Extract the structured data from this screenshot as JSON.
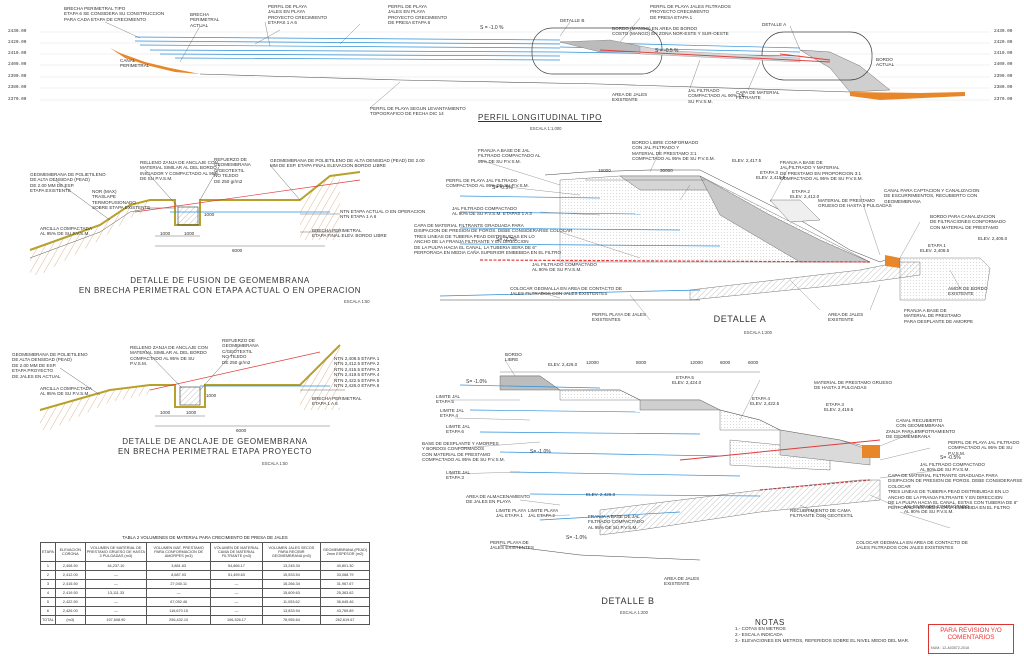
{
  "profile": {
    "title": "PERFIL LONGITUDINAL TIPO",
    "scale": "ESCALA 1:1,000",
    "elevations": [
      "2430.00",
      "2420.00",
      "2410.00",
      "2400.00",
      "2390.00",
      "2380.00",
      "2370.00"
    ],
    "slope1": "S = -1.0 %",
    "slope2": "S = -0.5 %",
    "detail_b_tag": "DETALLE B",
    "detail_a_tag": "DETALLE A",
    "notes": {
      "brecha_tipo": "BRECHA PERIMETRAL TIPO\nETAPA 6 SE CONSIDERA SU CONSTRUCCION\nPARA CADA ETAPA DE CRECIMIENTO",
      "brecha_actual": "BRECHA\nPERIMETRAL\nACTUAL",
      "perfil_1_6": "PERFIL DE PLAYA\nJALES EN PLAYA\nPROYECTO CRECIMIENTO\nETAPAS 1 A 6",
      "perfil_proyecto": "PERFIL DE PLAYA\nJALES EN PLAYA\nPROYECTO CRECIMIENTO\nDE PRESA ETAPA 6",
      "perfil_filtrados": "PERFIL DE PLAYA JALES FILTRADOS\nPROYECTO CRECIMIENTO\nDE PRESA ETAPA 1",
      "bordo_zona": "BORDO (MANGO) EN AREA DE BORDO\nCOSTO (MANGO) EN ZONA NOR-ESTE Y SUR-OESTE",
      "canal": "CANAL\nPERIMETRAL",
      "bordo_actual": "BORDO\nACTUAL",
      "perfil_lev": "PERFIL DE PLAYA SEGUN LEVANTAMIENTO\nTOPOGRAFICO DE FECHA DIC 14",
      "area_jales": "AREA DE JALES\nEXISTENTE",
      "jal_filtrado": "JAL FILTRADO\nCOMPACTADO AL 90% DE\nSU P.V.S.M.",
      "capa_material": "CAPA DE MATERIAL\nFILTRANTE"
    }
  },
  "fusion": {
    "title": "DETALLE DE FUSION DE GEOMEMBRANA\nEN BRECHA PERIMETRAL CON ETAPA ACTUAL O EN OPERACION",
    "scale": "ESCALA 1:50",
    "notes": {
      "geomembrana": "GEOMEMBRANA DE POLIETILENO\nDE ALTA DENSIDAD (PEAD)\nDE 2.00 MM DE ESP.\nETAPA EXISTENTE",
      "relleno": "RELLENO ZANJA DE ANCLAJE CON\nMATERIAL SIMILAR AL DEL BORDO\nINICIADOR Y COMPACTADO AL 95%\nDE SU P.V.S.M.",
      "refuerzo": "REFUERZO DE\nGEOMEMBRANA\nC/GEOTEXTIL\nNO TEJIDO\nDE 250 gr/m2",
      "geo_ppt": "GEOMEMBRANA DE POLIETILENO DE ALTA DENSIDAD (PEAD) DE 2.00\nMM DE ESP. ETAPA FINAL ELEVACION BORDO LIBRE",
      "nor": "NOR (MAX)\nTRASLAPE\nTERMOFUSIONADO\nSOBRE ETAPA EXISTENTE",
      "arcilla": "ARCILLA COMPACTADA\nAL 95% DE SU P.V.S.M.",
      "ntn": "NTN ETAPA ACTUAL O EN OPERACION\nNTN ETAPA 1 A 6",
      "brecha": "BRECHA PERIMETRAL\nETAPA FINAL ELEV. BORDO LIBRE"
    },
    "dims": {
      "a": "1000",
      "b": "1000",
      "c": "6000",
      "d": "1000"
    }
  },
  "anclaje": {
    "title": "DETALLE DE ANCLAJE DE GEOMEMBRANA\nEN BRECHA PERIMETRAL ETAPA PROYECTO",
    "scale": "ESCALA 1:50",
    "notes": {
      "geomembrana": "GEOMEMBRANA DE POLIETILENO\nDE ALTA DENSIDAD (PEAD)\nDE 2.00 MM DE ESP.\nETAPA PROYECTO\nDE JALES EN ACTUAL",
      "arcilla": "ARCILLA COMPACTADA\nAL 95% DE SU P.V.S.M.",
      "relleno": "RELLENO ZANJA DE ANCLAJE CON\nMATERIAL SIMILAR AL DEL BORDO\nCOMPACTADO AL 95% DE SU\nP.V.S.M.",
      "refuerzo": "REFUERZO DE\nGEOMEMBRANA\nC/GEOTEXTIL\nNO TEJIDO\nDE 250 gr/m2",
      "ntn": "NTN 2,408.5 ETAPA 1\nNTN 2,412.5 ETAPA 2\nNTN 2,415.5 ETAPA 3\nNTN 2,419.5 ETAPA 4\nNTN 2,422.5 ETAPA 5\nNTN 2,426.0 ETAPA 6",
      "brecha": "BRECHA PERIMETRAL\nETAPA 1 A 6"
    },
    "dims": {
      "a": "1000",
      "b": "1000",
      "c": "6000",
      "d": "1000"
    }
  },
  "detalle_a": {
    "title": "DETALLE A",
    "scale": "ESCALA 1:200",
    "notes": {
      "bordo_libre": "BORDO LIBRE CONFORMADO\nCON JAL FILTRADO Y\nMATERIAL DE PRESTAMO 3:1\nCOMPACTADO AL 95% DE SU P.V.S.M.",
      "franja_b": "FRANJA A BASE DE JAL\nFILTRADO COMPACTADO AL\n95% DE SU P.V.S.M.",
      "perfil_playa": "PERFIL DE PLAYA JAL FILTRADO\nCOMPACTADO AL 95% DE SU P.V.S.M.",
      "franja_mezcla": "FRANJA A BASE DE\nJAL FILTRADO Y MATERIAL\nDE PRESTAMO EN PROPORCION 3:1\nCOMPACTADO AL 95% DE SU P.V.S.M.",
      "jal_comp": "JAL FILTRADO COMPACTADO\nAL 90% DE SU P.V.S.M. ETAPAS 1 A 3",
      "capa": "CAPA DE MATERIAL FILTRANTE GRADUADA PARA\nDISIPACION DE PRESION DE POROS. DEBE CONSIDERARSE COLOCAR\nTRES LINEAS DE TUBERIA PEAD DISTRIBUIDAS EN LO\nANCHO DE LA FRANJA FILTRANTE Y EN DIRECCION\nDE LA PULPA HACIA EL CANAL, LA TUBERIA SERA DE 6\"\nPERFORADA EN MEDIA CAÑA SUPERIOR EMBEBIDA EN EL FILTRO",
      "material_prestamo": "MATERIAL DE PRESTAMO\nGRUESO DE HASTA 3 PULGADAS",
      "canal": "CANAL PARA CAPTACION Y CANALIZACION\nDE ESCURRIMIENTOS, RECUBIERTO CON\nGEOMEMBRANA",
      "bordo_canal": "BORDO PARA CANALIZACION\nDE FILTRACIONES CONFORMADO\nCON MATERIAL DE PRESTAMO",
      "jal_playa": "JAL FILTRADO COMPACTADO\nAL 90% DE SU P.V.S.M.",
      "geomalla": "COLOCAR GEOMALLA EN AREA DE CONTACTO DE\nJALES FILTRADOS CON JALES EXISTENTES",
      "perfil_existentes": "PERFIL PLAYA DE JALES\nEXISTENTES",
      "area_jales": "AREA DE JALES\nEXISTENTE",
      "franja_desplante": "FRANJA A BASE DE\nMATERIAL DE PRESTAMO\nPARA DESPLANTE DE AMORPE",
      "amor_bordo": "AMOR DE BORDO\nEXISTENTE"
    },
    "levels": {
      "e6": "ELEV. 2,417.5",
      "e3": "ETAPA 3",
      "e3v": "ELEV. 2,415.5",
      "e2": "ETAPA 2",
      "e2v": "ELEV. 2,412.0",
      "e1": "ETAPA 1",
      "e1v": "ELEV. 2,408.5",
      "bordo": "ELEV. 2,406.0",
      "s1": "S= -0.5%",
      "s2": "S= -2.7%",
      "d1": "16000",
      "d2": "30000"
    }
  },
  "detalle_b": {
    "title": "DETALLE B",
    "scale": "ESCALA 1:200",
    "notes": {
      "bordo": "BORDO\nLIBRE",
      "limite_5": "LIMITE JAL\nETAPA 5",
      "limite_4": "LIMITE JAL\nETAPA 4",
      "limite_6": "LIMITE JAL\nETAPA 6",
      "base_desplante": "BASE DE DESPLANTE Y AMORPES\nY BORDOS CONFORMADOS\nCON MATERIAL DE PRESTAMO\nCOMPACTADO AL 95% DE SU P.V.S.M.",
      "limite_3": "LIMITE JAL\nETAPA 3",
      "area_alm": "AREA DE ALMACENAMIENTO\nDE JALES EN PLAYA",
      "limite_1": "LIMITE PLAYA\nJAL ETAPA 1",
      "limite_2": "LIMITE PLAYA\nJAL ETAPA 2",
      "material_prestamo": "MATERIAL DE PRESTAMO GRUESO\nDE HASTA 3 PULGADAS",
      "zanja": "ZANJA PARA EMPOTRAMIENTO\nDE GEOMEMBRANA",
      "canal": "CANAL RECUBIERTO\nCON GEOMEMBRANA",
      "perfil_playa": "PERFIL DE PLAYA JAL FILTRADO\nCOMPACTADO AL 95% DE SU P.V.S.M.",
      "jal_comp": "JAL FILTRADO COMPACTADO\nAL 90% DE SU P.V.S.M.",
      "capa": "CAPA DE MATERIAL FILTRANTE GRADUADA PARA\nDISIPACION DE PRESION DE POROS. DEBE CONSIDERARSE COLOCAR\nTRES LINEAS DE TUBERIA PEAD DISTRIBUIDAS EN LO\nANCHO DE LA FRANJA FILTRANTE Y EN DIRECCION\nDE LA PULPA HACIA EL CANAL, ESTAS CON TUBERIA DE 6\"\nPERFORADA EN MEDIA CAÑA EMBEBIDA EN EL FILTRO",
      "franja": "FRANJA A BASE DE JAL\nFILTRADO COMPACTADO\nAL 95% DE SU P.V.S.M.",
      "recubrimiento": "RECUBRIMIENTO DE CAMA\nFILTRANTE CON GEOTEXTIL",
      "geomalla": "COLOCAR GEOMALLA EN AREA DE CONTACTO DE\nJALES FILTRADOS CON JALES EXISTENTES",
      "perfil_existentes": "PERFIL PLAYA DE\nJALES EXISTENTES",
      "area_jales": "AREA DE JALES\nEXISTENTE",
      "jal_filtrado": "JAL FILTRADO COMPACTADO\nAL 90% DE SU P.V.S.M."
    },
    "levels": {
      "e6": "ELEV. 2,426.0",
      "e5": "ETAPA 5",
      "e5v": "ELEV. 2,424.0",
      "e4": "ETAPA 4",
      "e4v": "ELEV. 2,422.5",
      "e3": "ETAPA 3",
      "e3v": "ELEV. 2,419.5",
      "e0": "ELEV. 2,426.0",
      "s1": "S= -1.0%",
      "s2": "S= -1.0%",
      "s3": "S= -1.0%",
      "s4": "S= -0.5%",
      "dims": [
        "12000",
        "8000",
        "12000",
        "6000",
        "6000"
      ]
    }
  },
  "table": {
    "caption": "TABLA 2 VOLUMENES DE MATERIAL PARA CRECIMIENTO DE PRESA DE JALES",
    "headers": [
      "ETAPA",
      "ELEVACION CORONA",
      "VOLUMEN DE MATERIAL DE PRESTAMO GRUESO DE HASTA 3 PULGADAS (m3)",
      "VOLUMEN MAT. PRESTAMO PARA CONFORMACION DE AMORPES (m3)",
      "VOLUMEN DE MATERIAL CAMA DE MATERIAL FILTRANTE (m3)",
      "VOLUMEN JALES SECOS PARA RECIBIR GEOMEMBRANA (m3)",
      "GEOMEMBRANA (PEAD) 2mm ESPESOR (m2)"
    ],
    "rows": [
      [
        "1",
        "2,408.50",
        "44,237.10",
        "3,881.63",
        "54,866.17",
        "13,245.34",
        "40,801.30"
      ],
      [
        "2",
        "2,412.00",
        "—",
        "8,687.03",
        "51,459.63",
        "15,533.54",
        "33,068.79"
      ],
      [
        "3",
        "2,415.50",
        "—",
        "27,040.11",
        "—",
        "15,266.34",
        "31,967.67"
      ],
      [
        "4",
        "2,419.50",
        "13,111.33",
        "—",
        "—",
        "15,609.63",
        "25,363.62"
      ],
      [
        "5",
        "2,422.50",
        "—",
        "67,052.46",
        "—",
        "11,053.62",
        "36,645.46"
      ],
      [
        "6",
        "2,426.00",
        "—",
        "116,670.15",
        "—",
        "13,833.94",
        "43,769.89"
      ],
      [
        "TOTAL",
        "(m3)",
        "197,608.90",
        "256,432.10",
        "106,326.17",
        "78,955.64",
        "262,619.67"
      ]
    ]
  },
  "footer": {
    "notes_title": "NOTAS",
    "notes": [
      "1.- COTAS EN METROS",
      "2.- ESCALA INDICADA",
      "3.- ELEVACIONES EN METROS, REFERIDOS SOBRE EL NIVEL MEDIO DEL MAR."
    ],
    "stamp": "PARA REVISION Y/O\nCOMENTARIOS",
    "ref": "NUM.: 12-A03572-2018"
  },
  "colors": {
    "orange": "#e8872a",
    "blue": "#2e8fd8",
    "red": "#e23c3c",
    "olive": "#b7a12b",
    "grey": "#9a9a9a",
    "line": "#333333"
  }
}
